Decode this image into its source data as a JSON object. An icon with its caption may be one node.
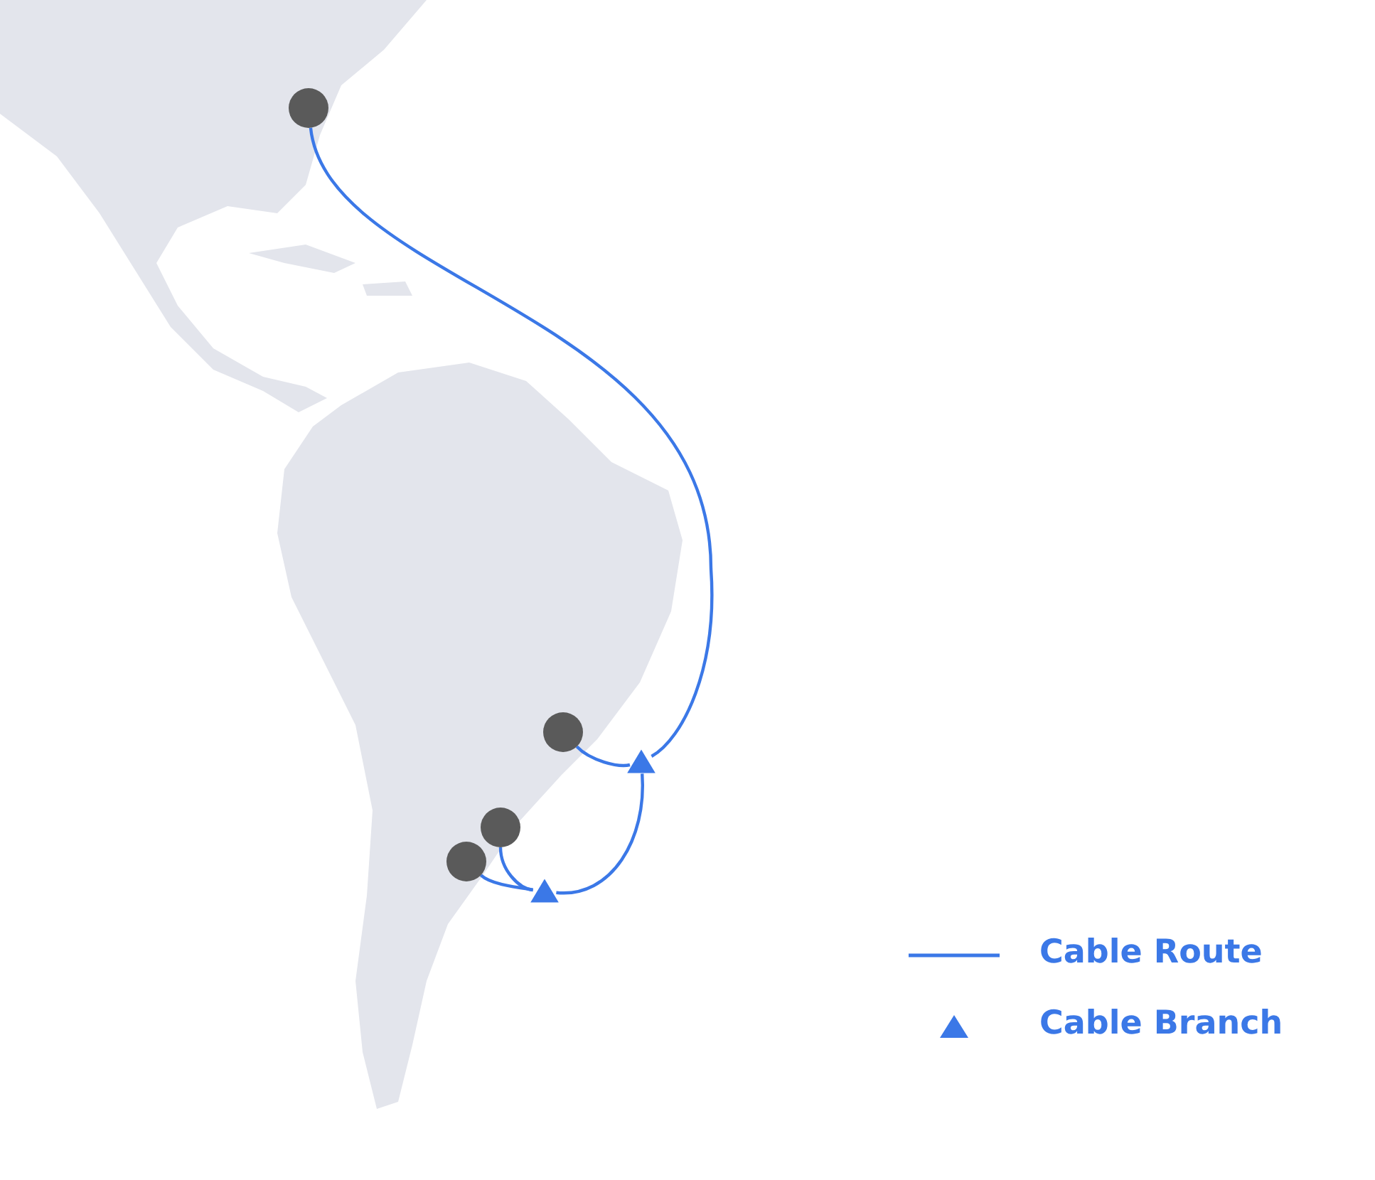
{
  "diagram": {
    "nodes": [
      {
        "text": [],
        "shape": "circle"
      },
      {
        "text": [],
        "shape": "circle"
      },
      {
        "text": [],
        "shape": "circle"
      },
      {
        "text": [],
        "shape": "circle"
      },
      {
        "text": [],
        "shape": "triangle"
      },
      {
        "text": [],
        "shape": "triangle"
      }
    ],
    "edges": [
      {
        "from": 0,
        "to": 4,
        "arrow": "none"
      },
      {
        "from": 4,
        "to": 1,
        "arrow": "none"
      },
      {
        "from": 4,
        "to": 5,
        "arrow": "none"
      },
      {
        "from": 5,
        "to": 2,
        "arrow": "none"
      },
      {
        "from": 5,
        "to": 3,
        "arrow": "none"
      }
    ],
    "legend": [
      {
        "text": "Cable Route"
      },
      {
        "text": "Cable Branch"
      }
    ]
  }
}
